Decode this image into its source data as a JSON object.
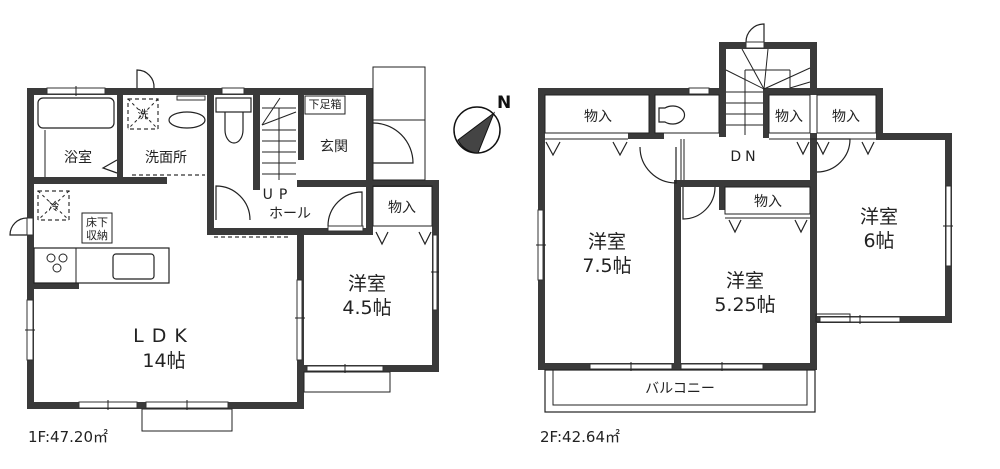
{
  "floor1": {
    "area_label": "1F:47.20㎡",
    "rooms": {
      "bath": "浴室",
      "washroom": "洗面所",
      "washer_mark": "洗",
      "fridge_mark": "冷",
      "underfloor_storage_line1": "床下",
      "underfloor_storage_line2": "収納",
      "shoe_box": "下足箱",
      "entrance": "玄関",
      "hall_up": "UP",
      "hall": "ホール",
      "closet": "物入",
      "western_room_name": "洋室",
      "western_room_size": "4.5帖",
      "ldk_name": "LDK",
      "ldk_size": "14帖"
    }
  },
  "floor2": {
    "area_label": "2F:42.64㎡",
    "rooms": {
      "closet_left": "物入",
      "closet_stair_right": "物入",
      "closet_right": "物入",
      "closet_middle": "物入",
      "stair_down": "DN",
      "room_a_name": "洋室",
      "room_a_size": "7.5帖",
      "room_b_name": "洋室",
      "room_b_size": "5.25帖",
      "room_c_name": "洋室",
      "room_c_size": "6帖",
      "balcony": "バルコニー"
    }
  },
  "compass": {
    "north_label": "N"
  }
}
